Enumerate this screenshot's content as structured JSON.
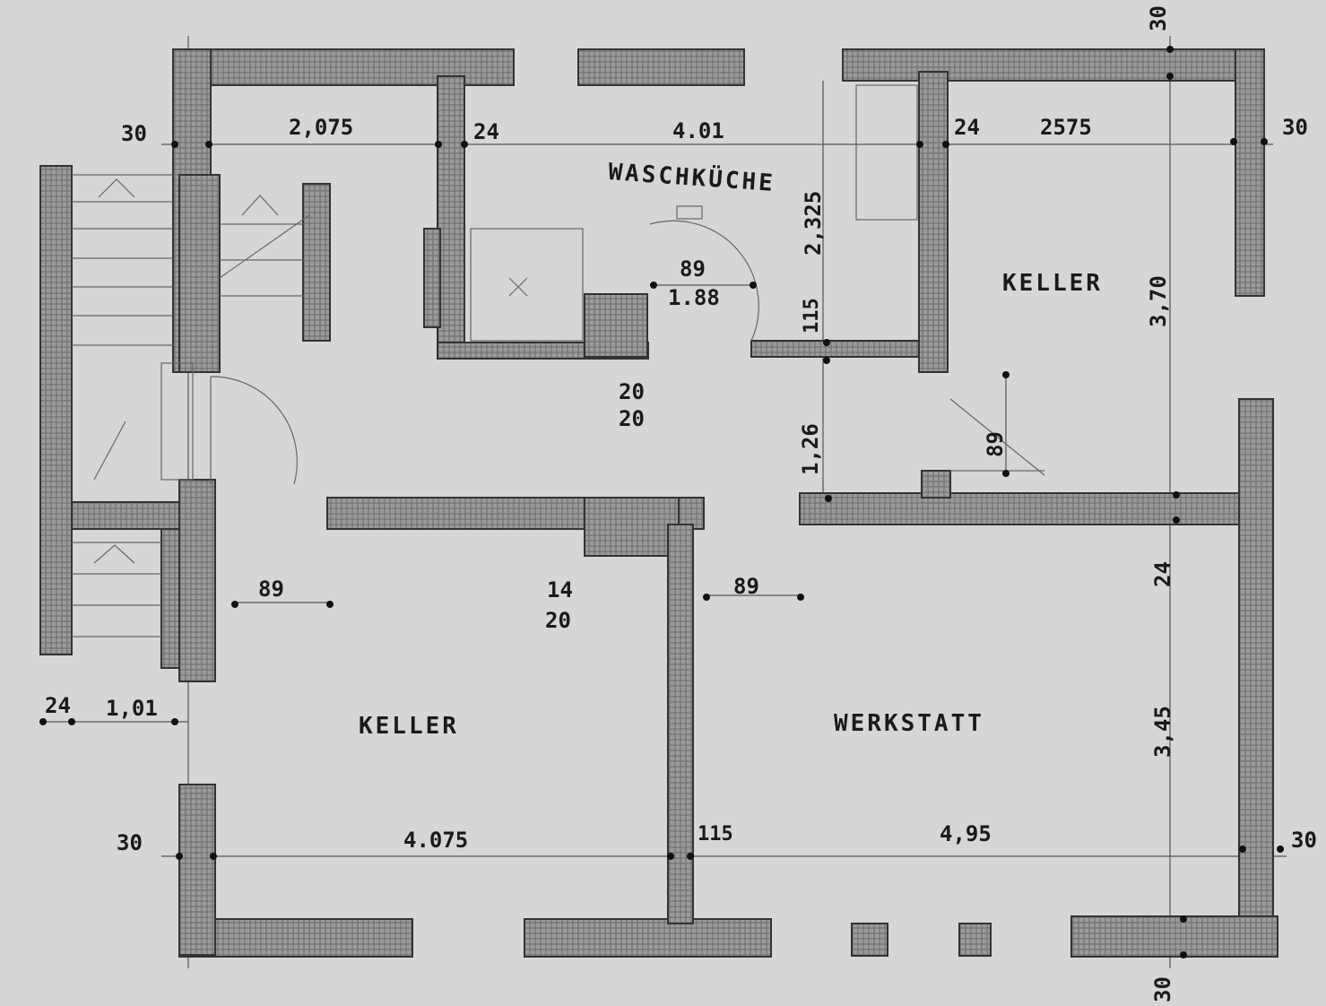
{
  "rooms": {
    "waschkueche": "WASCHKÜCHE",
    "keller_top_right": "KELLER",
    "keller_bottom_left": "KELLER",
    "werkstatt": "WERKSTATT"
  },
  "dimensions": {
    "top_left_wall": "30",
    "top_span_1": "2,075",
    "top_wall_24a": "24",
    "top_span_2": "4.01",
    "top_wall_24b": "24",
    "top_span_3": "2575",
    "top_right_wall": "30",
    "corner_top_right": "30",
    "waschkueche_height": "2,325",
    "keller_height": "3,70",
    "door_89_top": "89",
    "door_188": "1.88",
    "wall_115_top": "115",
    "wall_20a": "20",
    "wall_20b": "20",
    "height_126": "1,26",
    "door_89_right": "89",
    "wall_24_right": "24",
    "door_89_left": "89",
    "wall_14": "14",
    "wall_20c": "20",
    "door_89_mid": "89",
    "werkstatt_height": "3,45",
    "left_24": "24",
    "left_101": "1,01",
    "bottom_left_wall": "30",
    "bottom_span_1": "4.075",
    "wall_115_bottom": "115",
    "bottom_span_2": "4,95",
    "bottom_right_wall": "30",
    "bottom_corner": "30"
  }
}
